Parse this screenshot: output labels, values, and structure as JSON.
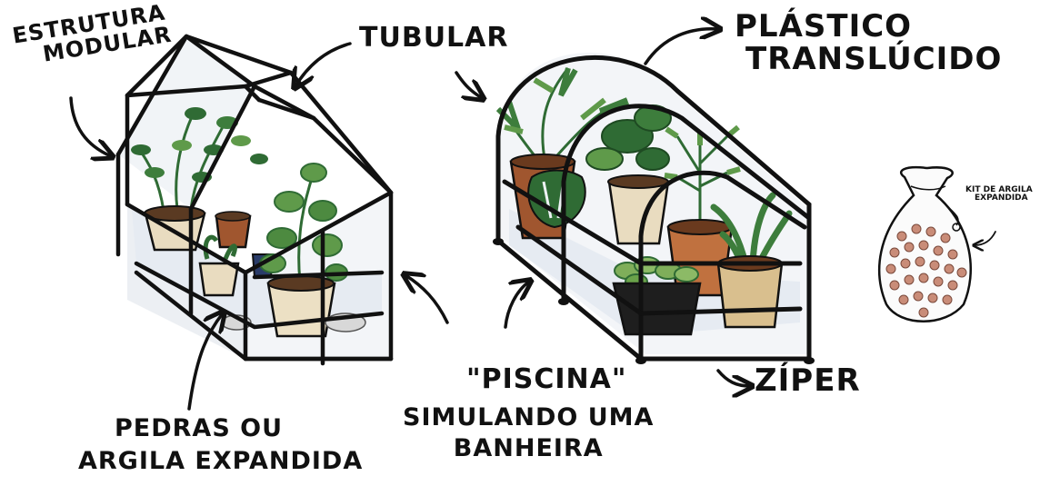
{
  "labels": {
    "estrutura": {
      "line1": "ESTRUTURA",
      "line2": "MODULAR"
    },
    "tubular": "TUBULAR",
    "plastico": {
      "line1": "PLÁSTICO",
      "line2": "TRANSLÚCIDO"
    },
    "kit": {
      "line1": "KIT DE ARGILA",
      "line2": "EXPANDIDA"
    },
    "pedras": {
      "line1": "PEDRAS OU",
      "line2": "ARGILA EXPANDIDA"
    },
    "piscina": {
      "line1": "\"PISCINA\"",
      "line2": "SIMULANDO UMA",
      "line3": "BANHEIRA"
    },
    "ziper": "ZÍPER"
  },
  "colors": {
    "ink": "#111111",
    "leaf_dark": "#2f6b34",
    "leaf_light": "#5f9a4a",
    "pot_terracotta": "#a0562f",
    "pot_cream": "#e9dcc0",
    "pot_black": "#1e1e1e",
    "plastic": "#eef2f5",
    "clay_ball": "#c98c78"
  },
  "icons": [
    "arrow-icon",
    "greenhouse-illustration",
    "tunnel-greenhouse-illustration",
    "clay-bag-illustration"
  ]
}
